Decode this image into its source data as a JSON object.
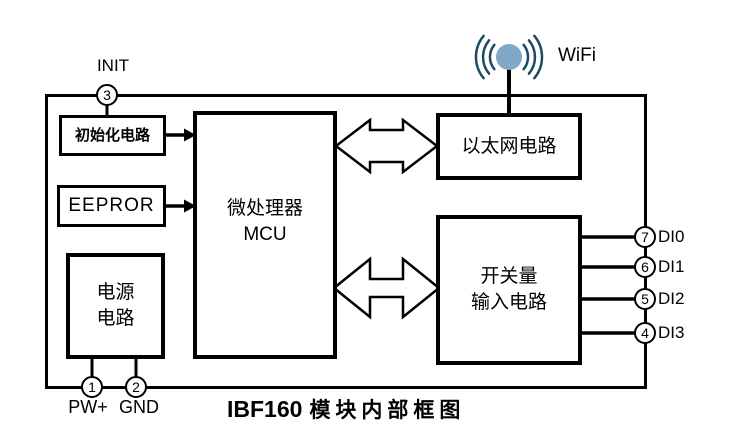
{
  "caption": {
    "model": "IBF160",
    "text": "模块内部框图"
  },
  "wifi": {
    "label": "WiFi",
    "icon": "wifi-antenna-icon"
  },
  "top_pin": {
    "number": "3",
    "label": "INIT"
  },
  "blocks": {
    "init": {
      "label": "初始化电路"
    },
    "eeprom": {
      "label": "EEPROR"
    },
    "mcu": {
      "line1": "微处理器",
      "line2": "MCU"
    },
    "ethernet": {
      "label": "以太网电路"
    },
    "digital_input": {
      "line1": "开关量",
      "line2": "输入电路"
    },
    "power": {
      "line1": "电源",
      "line2": "电路"
    }
  },
  "bottom_pins": [
    {
      "number": "1",
      "label": "PW+"
    },
    {
      "number": "2",
      "label": "GND"
    }
  ],
  "right_pins": [
    {
      "number": "7",
      "label": "DI0"
    },
    {
      "number": "6",
      "label": "DI1"
    },
    {
      "number": "5",
      "label": "DI2"
    },
    {
      "number": "4",
      "label": "DI3"
    }
  ],
  "colors": {
    "line": "#000000",
    "wifi_dot": "#7fa8c6",
    "wifi_arc": "#1e4a61"
  }
}
